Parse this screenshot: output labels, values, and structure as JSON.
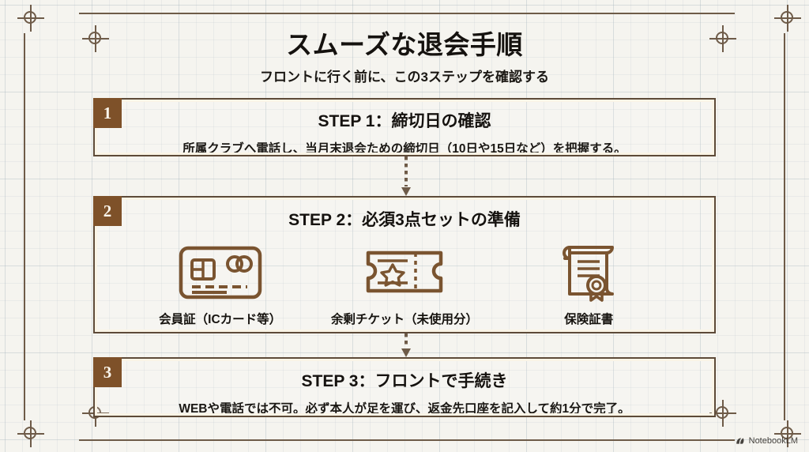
{
  "header": {
    "title": "スムーズな退会手順",
    "subtitle": "フロントに行く前に、この3ステップを確認する"
  },
  "colors": {
    "badge_brown": "#7e5129",
    "frame_brown": "#6e5b48",
    "box_border": "#5d4a38",
    "icon_brown": "#7a5430",
    "background": "#f5f4ef",
    "grid_line": "#a8b6be"
  },
  "steps": [
    {
      "badge": "1",
      "title": "STEP 1：締切日の確認",
      "desc": "所属クラブへ電話し、当月末退会ための締切日（10日や15日など）を把握する。"
    },
    {
      "badge": "2",
      "title": "STEP 2：必須3点セットの準備",
      "desc": "",
      "icons": [
        {
          "name": "ic-card-icon",
          "label": "会員証（ICカード等）"
        },
        {
          "name": "ticket-icon",
          "label": "余剰チケット（未使用分）"
        },
        {
          "name": "certificate-icon",
          "label": "保険証書"
        }
      ]
    },
    {
      "badge": "3",
      "title": "STEP 3：フロントで手続き",
      "desc": "WEBや電話では不可。必ず本人が足を運び、返金先口座を記入して約1分で完了。"
    }
  ],
  "watermark": {
    "label": "NotebookLM"
  }
}
